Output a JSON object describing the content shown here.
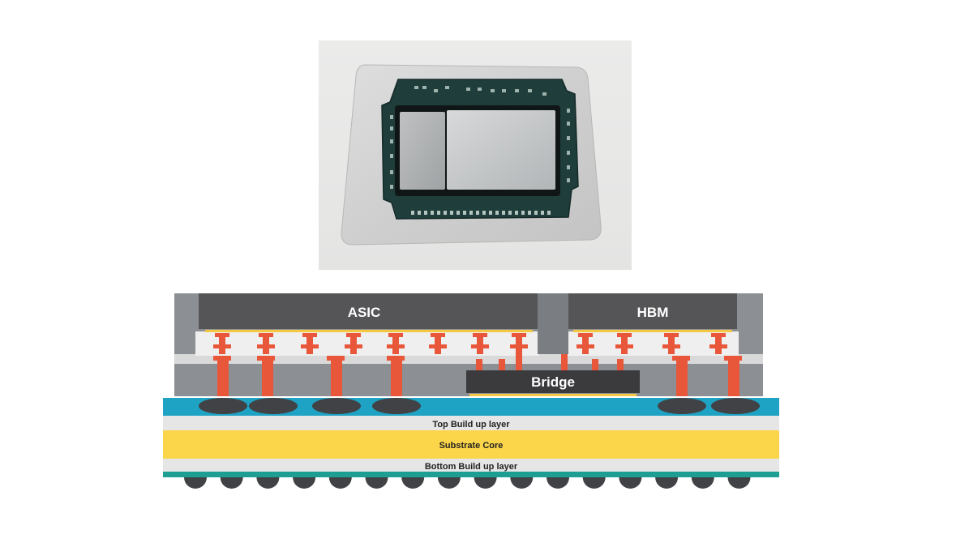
{
  "photo": {
    "subject": "chip-package-photo"
  },
  "diagram": {
    "die_labels": {
      "asic": "ASIC",
      "hbm": "HBM",
      "bridge": "Bridge"
    },
    "layer_labels": {
      "top_buildup": "Top Build up layer",
      "substrate_core": "Substrate Core",
      "bottom_buildup": "Bottom Build up layer"
    },
    "colors": {
      "die": "#555557",
      "mold": "#8c8f93",
      "interconnect": "#e8573a",
      "solder_ball": "#404245",
      "top_band": "#1fa3c4",
      "core": "#fbd54a",
      "bottom_band": "#1c9e93",
      "buildup": "#e6e6e6"
    }
  }
}
